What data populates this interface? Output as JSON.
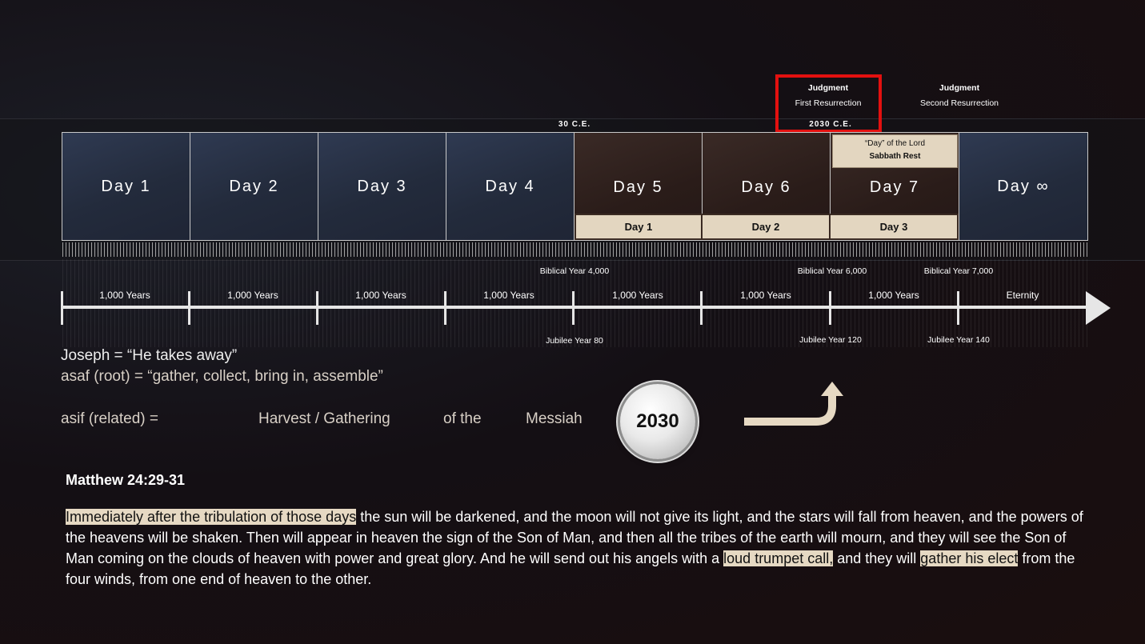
{
  "annotations": {
    "first": {
      "title": "Judgment",
      "subtitle": "First Resurrection"
    },
    "second": {
      "title": "Judgment",
      "subtitle": "Second Resurrection"
    },
    "ce_30": "30 C.E.",
    "ce_2030": "2030 C.E.",
    "highlight_color": "#e3100f"
  },
  "days": [
    {
      "label": "Day 1",
      "tone": "blue"
    },
    {
      "label": "Day 2",
      "tone": "blue"
    },
    {
      "label": "Day 3",
      "tone": "blue"
    },
    {
      "label": "Day 4",
      "tone": "blue"
    },
    {
      "label": "Day 5",
      "tone": "brown"
    },
    {
      "label": "Day 6",
      "tone": "brown"
    },
    {
      "label": "Day 7",
      "tone": "brown"
    },
    {
      "label": "Day ∞",
      "tone": "blue"
    }
  ],
  "subdays": [
    "Day 1",
    "Day 2",
    "Day 3"
  ],
  "day_of_lord": {
    "line1": "“Day” of the Lord",
    "line2": "Sabbath Rest"
  },
  "timeline": {
    "segments": [
      "1,000 Years",
      "1,000 Years",
      "1,000 Years",
      "1,000 Years",
      "1,000 Years",
      "1,000 Years",
      "1,000 Years",
      "Eternity"
    ],
    "biblical_years": [
      "Biblical Year 4,000",
      "Biblical Year 6,000",
      "Biblical Year 7,000"
    ],
    "jubilee_years": [
      "Jubilee Year 80",
      "Jubilee Year 120",
      "Jubilee Year 140"
    ]
  },
  "definitions": {
    "line1": "Joseph = “He takes away”",
    "line2": "asaf (root)  =  “gather, collect, bring in, assemble”",
    "line3_left": "asif (related)  =",
    "line3_a": "Harvest / Gathering",
    "line3_b": "of the",
    "line3_c": "Messiah"
  },
  "coin_year": "2030",
  "scripture": {
    "reference": "Matthew 24:29-31",
    "hl1": "Immediately after the tribulation of those days",
    "t1": " the sun will be darkened, and the moon will not give its light, and the stars will fall from heaven, and the powers of the heavens will be shaken. Then will appear in heaven the sign of the Son of Man, and then all the tribes of the earth will mourn, and they will see the Son of Man coming on the clouds of heaven with power and great glory. And he will send out his angels with a ",
    "hl2": "loud trumpet call,",
    "t2": " and they will ",
    "hl3": "gather his elect",
    "t3": " from the four winds, from one end of heaven to the other."
  }
}
